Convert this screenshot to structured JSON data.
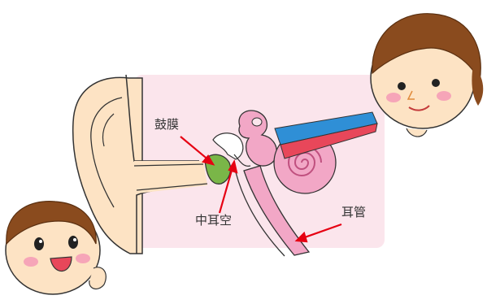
{
  "labels": {
    "eardrum": "鼓膜",
    "middle_ear_cavity": "中耳空",
    "eustachian_tube": "耳管"
  },
  "colors": {
    "pink_background": "#fbe5ec",
    "skin": "#fde3c4",
    "inner_ear_pink": "#f2a7c6",
    "eardrum_green": "#7ab648",
    "nerve_blue": "#2f8fd6",
    "nerve_red": "#e8475a",
    "pointer_red": "#e60012",
    "hair_brown": "#8a4b1e",
    "cheek_pink": "#f6a5b8"
  },
  "icons": [
    "ear-illustration",
    "boy-face-icon",
    "girl-face-icon"
  ]
}
